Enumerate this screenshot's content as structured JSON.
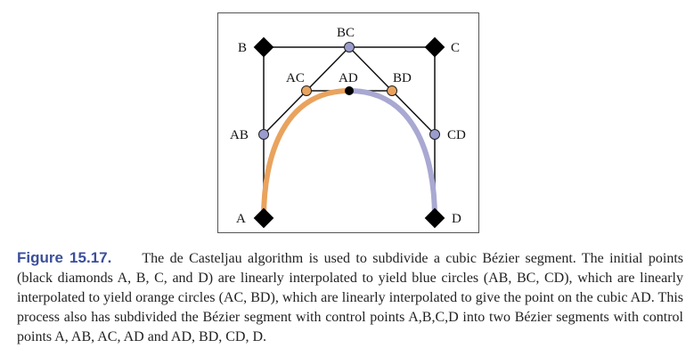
{
  "figure": {
    "points": {
      "B": "B",
      "BC": "BC",
      "C": "C",
      "AC": "AC",
      "AD": "AD",
      "BD": "BD",
      "AB": "AB",
      "CD": "CD",
      "A": "A",
      "D": "D"
    },
    "colors": {
      "control_polygon": "#111111",
      "diamond": "#000000",
      "blue_circle": "#9a9ccd",
      "orange_circle": "#e9a35e",
      "left_segment": "#e9a35e",
      "right_segment": "#a9a8d2"
    }
  },
  "caption": {
    "label": "Figure 15.17.",
    "text": "The de Casteljau algorithm is used to subdivide a cubic Bézier segment. The initial points (black diamonds A, B, C, and D) are linearly interpolated to yield blue circles (AB, BC, CD), which are linearly interpolated to yield orange circles (AC, BD), which are linearly interpolated to give the point on the cubic AD. This process also has subdivided the Bézier segment with control points A,B,C,D into two Bézier segments with control points A, AB, AC, AD and AD, BD, CD, D."
  }
}
